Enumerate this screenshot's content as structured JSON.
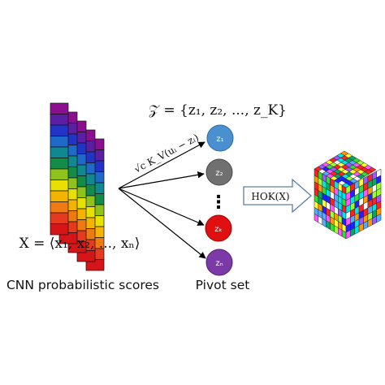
{
  "left": {
    "formula": "X = ⟨x₁, x₂, ..., xₙ⟩",
    "caption": "CNN probabilistic scores",
    "stack_colors": [
      "#8b0f8f",
      "#5a1fa3",
      "#2234c8",
      "#1f69c9",
      "#11878f",
      "#138c4a",
      "#8fc21a",
      "#e8e000",
      "#f4b300",
      "#ef7a12",
      "#e63a1e",
      "#d61518"
    ]
  },
  "middle": {
    "set_formula": "𝒵 = {z₁, z₂, ..., z_K}",
    "kernel_label": "√c K_V(uᵢ − zᵢ)",
    "ellipsis": "⋮",
    "caption": "Pivot set",
    "nodes": [
      {
        "label": "z₁",
        "color": "#4a90d0"
      },
      {
        "label": "z₂",
        "color": "#707070"
      },
      {
        "label": "zₖ",
        "color": "#e01010"
      },
      {
        "label": "zₙ",
        "color": "#7b3aa8"
      }
    ]
  },
  "right": {
    "arrow_label": "HOK(X)",
    "cube_colors": [
      "#00e5e5",
      "#ff55ff",
      "#ffff33",
      "#33dd33",
      "#2222ff",
      "#ff2222",
      "#9b59ff",
      "#ffffff",
      "#55aaff",
      "#99ff33",
      "#ff9900",
      "#00aa66"
    ]
  }
}
